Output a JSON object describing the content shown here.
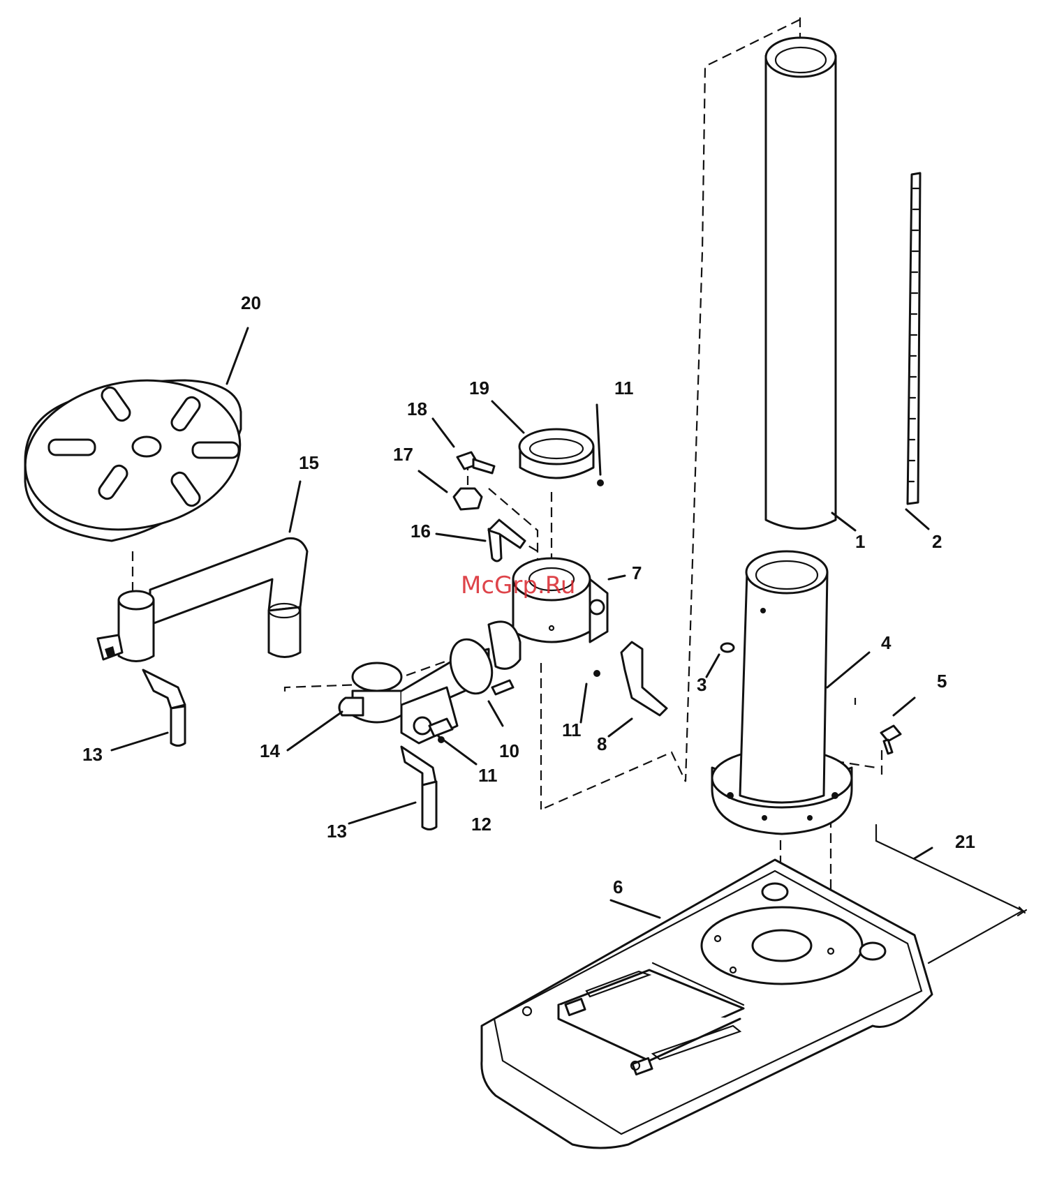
{
  "watermark": "McGrp.Ru",
  "callouts": {
    "c1": "1",
    "c2": "2",
    "c3": "3",
    "c4": "4",
    "c5": "5",
    "c6": "6",
    "c7": "7",
    "c8": "8",
    "c10": "10",
    "c11a": "11",
    "c11b": "11",
    "c11c": "11",
    "c12": "12",
    "c13a": "13",
    "c13b": "13",
    "c14": "14",
    "c15": "15",
    "c16": "16",
    "c17": "17",
    "c18": "18",
    "c19": "19",
    "c20": "20",
    "c21": "21"
  },
  "colors": {
    "ink": "#111111",
    "watermark": "#d9242b",
    "background": "#ffffff"
  }
}
